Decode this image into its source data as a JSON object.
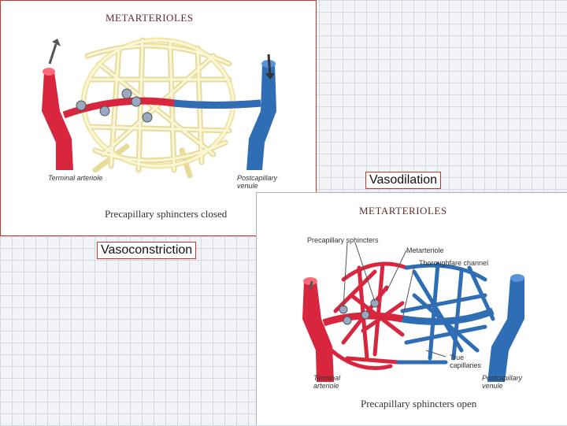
{
  "top_panel": {
    "title": "METARTERIOLES",
    "caption": "Precapillary sphincters closed",
    "label_terminal": "Terminal arteriole",
    "label_postcapillary": "Postcapillary venule"
  },
  "bottom_panel": {
    "title": "METARTERIOLES",
    "caption": "Precapillary sphincters open",
    "label_sphincters": "Precapillary sphincters",
    "label_metarteriole": "Metarteriole",
    "label_thoroughfare": "Thoroughfare channel",
    "label_true_capillaries": "True capillaries",
    "label_terminal": "Terminal arteriole",
    "label_postcapillary": "Postcapillary venule"
  },
  "tags": {
    "vasodilation": "Vasodilation",
    "vasoconstriction": "Vasoconstriction"
  },
  "colors": {
    "artery": "#d7263d",
    "vein": "#2f6db5",
    "capillary_closed": "#f5eaa8"
  }
}
